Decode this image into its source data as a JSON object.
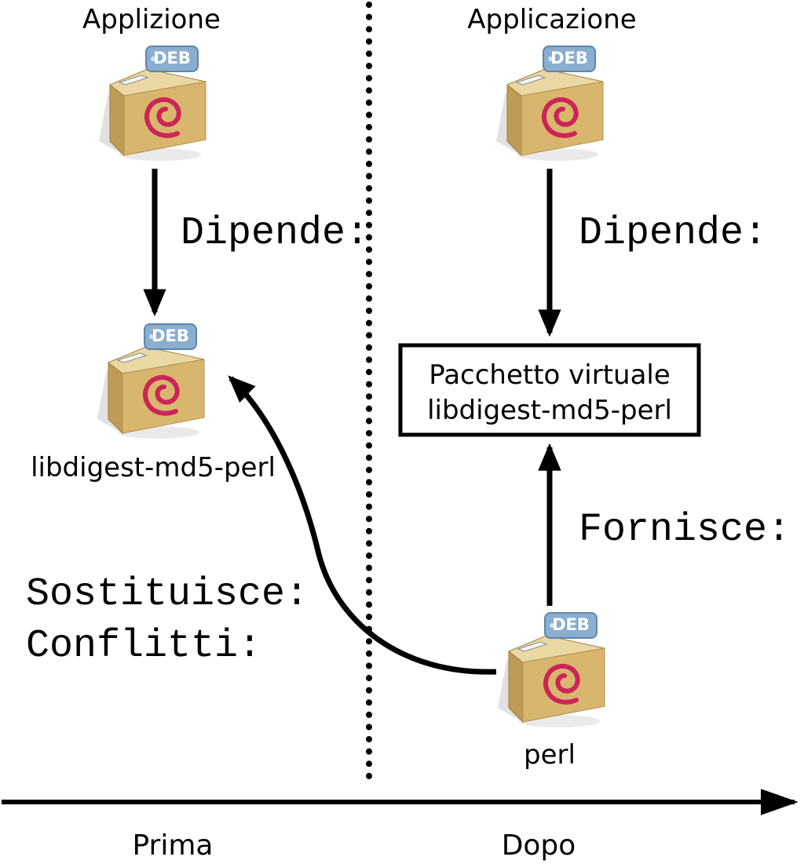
{
  "left_column": {
    "app_title": "Applizione",
    "relation_depends": "Dipende:",
    "package_name": "libdigest-md5-perl",
    "relation_replaces": "Sostituisce:",
    "relation_conflicts": "Conflitti:",
    "timeline_label": "Prima"
  },
  "right_column": {
    "app_title": "Applicazione",
    "relation_depends": "Dipende:",
    "virtual_package_line1": "Pacchetto virtuale",
    "virtual_package_line2": "libdigest-md5-perl",
    "relation_provides": "Fornisce:",
    "package_name": "perl",
    "timeline_label": "Dopo"
  },
  "deb_icon": {
    "badge_label": "DEB",
    "colors": {
      "front": "#d9b66e",
      "top": "#e9d8a4",
      "side": "#bf9c55",
      "swirl": "#cd2458",
      "badge_bg": "#8aadd0"
    }
  }
}
